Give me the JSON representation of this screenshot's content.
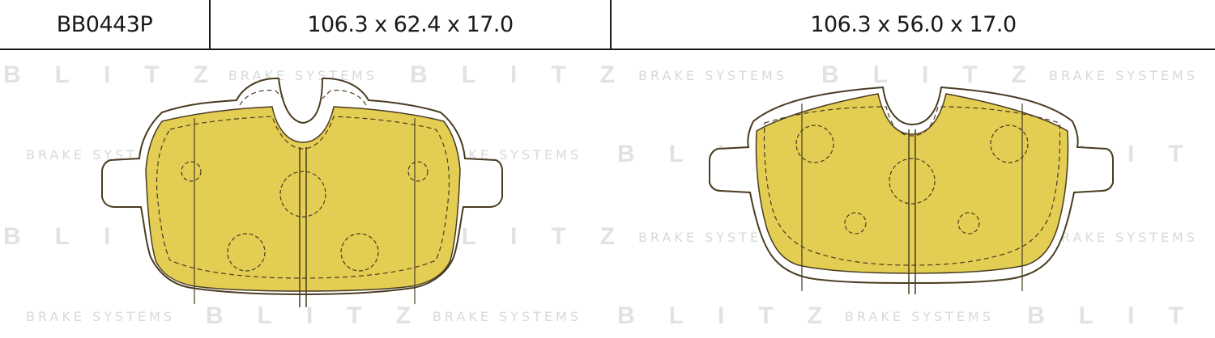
{
  "header": {
    "part_number": "BB0443P",
    "dimensions_left": "106.3 x 62.4 x 17.0",
    "dimensions_right": "106.3 x 56.0 x 17.0"
  },
  "watermark": {
    "brand": "BLITZ",
    "tagline": "BRAKE SYSTEMS"
  },
  "colors": {
    "pad_fill": "#e3cd53",
    "outline": "#4a3c22",
    "border": "#1a1a1a"
  }
}
